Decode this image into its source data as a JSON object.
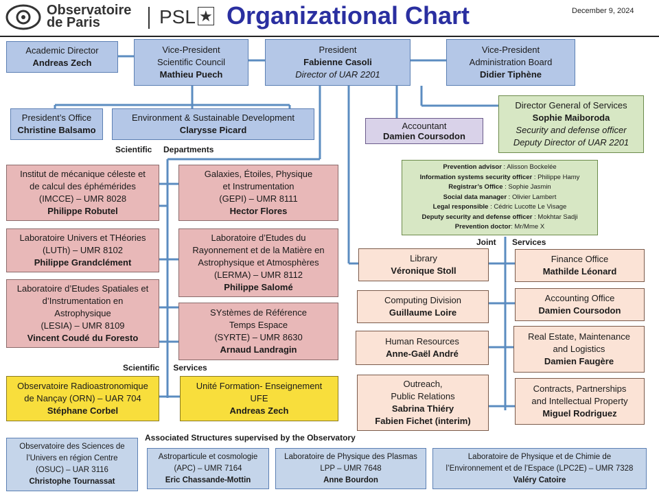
{
  "header": {
    "logo_line1": "Observatoire",
    "logo_line2": "de Paris",
    "psl": "PSL",
    "title": "Organizational Chart",
    "date": "December  9, 2024"
  },
  "academic_director": {
    "role": "Academic Director",
    "name": "Andreas Zech"
  },
  "vp_scientific": {
    "role1": "Vice-President",
    "role2": "Scientific Council",
    "name": "Mathieu Puech"
  },
  "president": {
    "role": "President",
    "name": "Fabienne Casoli",
    "extra": "Director of UAR 2201"
  },
  "vp_admin": {
    "role1": "Vice-President",
    "role2": "Administration Board",
    "name": "Didier Tiphène"
  },
  "presidents_office": {
    "role": "President’s Office",
    "name": "Christine Balsamo"
  },
  "environment": {
    "role": "Environment  & Sustainable Development",
    "name": "Clarysse Picard"
  },
  "accountant": {
    "role": "Accountant",
    "name": "Damien Coursodon"
  },
  "dgs": {
    "role": "Director General of Services",
    "name": "Sophie Maiboroda",
    "extra1": "Security and defense officer",
    "extra2": "Deputy Director of UAR 2201"
  },
  "dgs_staff": [
    {
      "role": "Prevention  advisor",
      "name": " : Alisson Bockelée"
    },
    {
      "role": "Information  systems security officer",
      "name": " : Philippe Hamy"
    },
    {
      "role": "Registrar’s Office",
      "name": " : Sophie Jasmin"
    },
    {
      "role": "Social data manager",
      "name": " : Olivier Lambert"
    },
    {
      "role": "Legal responsible",
      "name": "  : Cédric Lucotte Le Visage"
    },
    {
      "role": "Deputy security and defense officer",
      "name": " : Mokhtar Sadji"
    },
    {
      "role": "Prevention  doctor",
      "name": ": Mr/Mme X"
    }
  ],
  "labels": {
    "sci_departments": "Scientific     Departments",
    "sci_services": "Scientific      Services",
    "joint_services": "Joint       Services",
    "associated": "Associated Structures supervised by the Observatory"
  },
  "departments": [
    {
      "l1": "Institut de mécanique céleste et",
      "l2": "de calcul des éphémérides",
      "l3": "(IMCCE) – UMR  8028",
      "name": "Philippe Robutel"
    },
    {
      "l1": "Galaxies, Étoiles, Physique",
      "l2": "et Instrumentation",
      "l3": "(GEPI) – UMR  8111",
      "name": "Hector Flores"
    },
    {
      "l1": "Laboratoire Univers et THéories",
      "l2": "(LUTh) – UMR 8102",
      "name": "Philippe Grandclément"
    },
    {
      "l1": "Laboratoire d’Etudes du",
      "l2": "Rayonnement et de la Matière en",
      "l3": "Astrophysique et Atmosphères",
      "l4": "(LERMA) – UMR 8112",
      "name": "Philippe Salomé"
    },
    {
      "l1": "Laboratoire d’Etudes Spatiales et",
      "l2": "d’Instrumentation en",
      "l3": "Astrophysique",
      "l4": "(LESIA) – UMR 8109",
      "name": "Vincent Coudé du Foresto"
    },
    {
      "l1": "SYstèmes de Référence",
      "l2": "Temps Espace",
      "l3": "(SYRTE) – UMR  8630",
      "name": "Arnaud Landragin"
    }
  ],
  "sci_services": [
    {
      "l1": "Observatoire Radioastronomique",
      "l2": "de Nançay (ORN) – UAR 704",
      "name": "Stéphane Corbel"
    },
    {
      "l1": "Unité Formation- Enseignement",
      "l2": "UFE",
      "name": "Andreas Zech"
    }
  ],
  "joint_left": [
    {
      "l1": "Library",
      "name": "Véronique Stoll"
    },
    {
      "l1": "Computing  Division",
      "name": "Guillaume Loire"
    },
    {
      "l1": "Human Resources",
      "name": "Anne-Gaël André"
    },
    {
      "l1": "Outreach,",
      "l2": "Public Relations",
      "name": "Sabrina Thiéry",
      "name2": "Fabien Fichet (interim)"
    }
  ],
  "joint_right": [
    {
      "l1": "Finance Office",
      "name": "Mathilde Léonard"
    },
    {
      "l1": "Accounting Office",
      "name": "Damien Coursodon"
    },
    {
      "l1": "Real Estate, Maintenance",
      "l2": "and Logistics",
      "name": "Damien Faugère"
    },
    {
      "l1": "Contracts, Partnerships",
      "l2": "and Intellectual Property",
      "name": "Miguel Rodriguez"
    }
  ],
  "associated": [
    {
      "l1": "Observatoire des Sciences de",
      "l2": "l’Univers en région Centre",
      "l3": "(OSUC) – UAR  3116",
      "name": "Christophe Tournassat"
    },
    {
      "l1": "Astroparticule et cosmologie",
      "l2": "(APC) – UMR 7164",
      "name": "Eric Chassande-Mottin"
    },
    {
      "l1": "Laboratoire de Physique des Plasmas",
      "l2": "LPP – UMR 7648",
      "name": "Anne Bourdon"
    },
    {
      "l1": "Laboratoire de Physique et de Chimie de",
      "l2": "l’Environnement et de l’Espace (LPC2E) – UMR 7328",
      "name": "Valéry Catoire"
    }
  ]
}
